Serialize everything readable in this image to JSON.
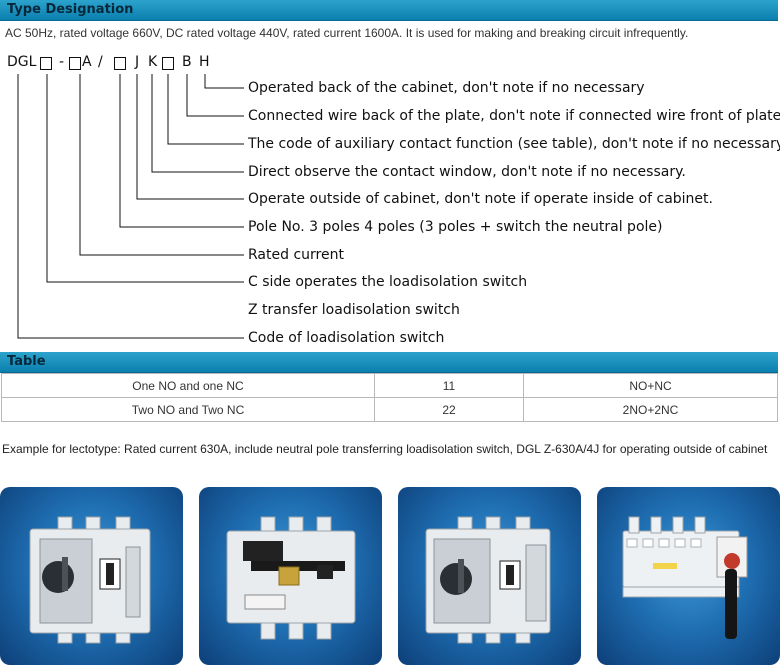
{
  "section_type": {
    "title": "Type Designation"
  },
  "intro": "AC 50Hz, rated voltage 660V, DC rated voltage 440V, rated current 1600A. It is used for making and breaking circuit infrequently.",
  "designation": {
    "code_parts": [
      "DGL",
      "-",
      "A",
      "/",
      "J",
      "K",
      "B",
      "H"
    ],
    "descriptions": [
      "Operated back of the cabinet, don't note if no necessary",
      "Connected wire back of the plate, don't note if connected wire front of plate",
      "The code of auxiliary contact function (see table), don't note if no necessary.",
      "Direct observe the contact window, don't note if  no necessary.",
      "Operate outside of cabinet, don't note if operate inside of cabinet.",
      "Pole No.  3 poles     4 poles (3 poles + switch the neutral pole)",
      "Rated current",
      "C side operates the loadisolation switch",
      "Z transfer loadisolation switch",
      "Code of loadisolation switch"
    ]
  },
  "section_table": {
    "title": "Table"
  },
  "table_rows": [
    [
      "One NO and one NC",
      "11",
      "NO+NC"
    ],
    [
      "Two NO and Two NC",
      "22",
      "2NO+2NC"
    ]
  ],
  "example": "Example for lectotype: Rated current 630A, include neutral pole transferring loadisolation switch, DGL Z-630A/4J for operating outside of cabinet",
  "colors": {
    "header_bar": "#1589b9",
    "header_text": "#06283a",
    "card_bg": "#1f6fb3"
  }
}
